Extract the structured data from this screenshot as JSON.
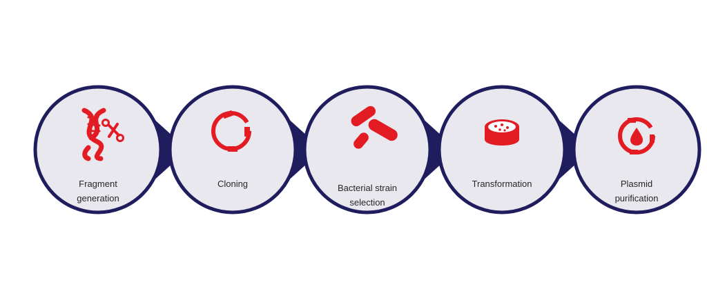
{
  "colors": {
    "ring": "#1f1d5e",
    "fill": "#e9e8ef",
    "icon": "#e31b23",
    "text": "#262626"
  },
  "steps": [
    {
      "icon": "dna-scissors-icon",
      "label_lines": [
        "Fragment",
        "generation"
      ]
    },
    {
      "icon": "plasmid-ring-icon",
      "label_lines": [
        "Cloning"
      ]
    },
    {
      "icon": "bacteria-icon",
      "label_lines": [
        "Bacterial strain",
        "selection"
      ]
    },
    {
      "icon": "petri-dish-icon",
      "label_lines": [
        "Transformation"
      ]
    },
    {
      "icon": "plasmid-drop-icon",
      "label_lines": [
        "Plasmid",
        "purification"
      ]
    }
  ]
}
